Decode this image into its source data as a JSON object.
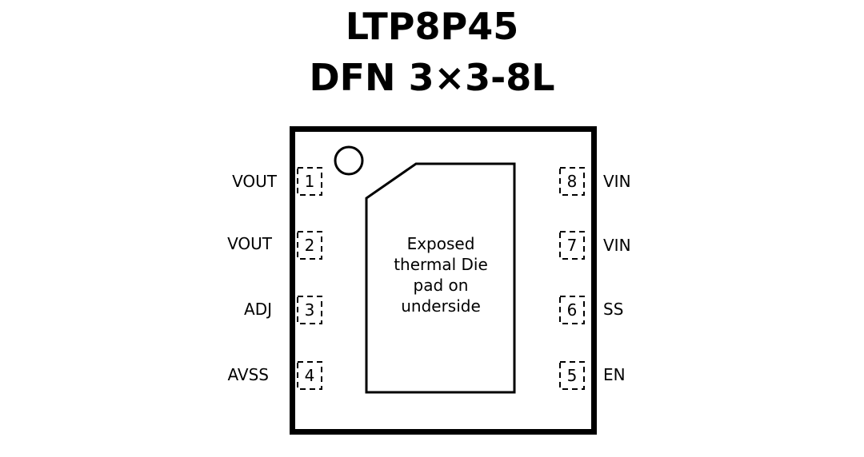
{
  "title": {
    "part_number": "LTP8P45",
    "package": "DFN 3×3-8L"
  },
  "pad": {
    "line1": "Exposed",
    "line2": "thermal Die",
    "line3": "pad on",
    "line4": "underside"
  },
  "pins_left": [
    {
      "number": "1",
      "label": "VOUT"
    },
    {
      "number": "2",
      "label": "VOUT"
    },
    {
      "number": "3",
      "label": "ADJ"
    },
    {
      "number": "4",
      "label": "AVSS"
    }
  ],
  "pins_right": [
    {
      "number": "8",
      "label": "VIN"
    },
    {
      "number": "7",
      "label": "VIN"
    },
    {
      "number": "6",
      "label": "SS"
    },
    {
      "number": "5",
      "label": "EN"
    }
  ]
}
